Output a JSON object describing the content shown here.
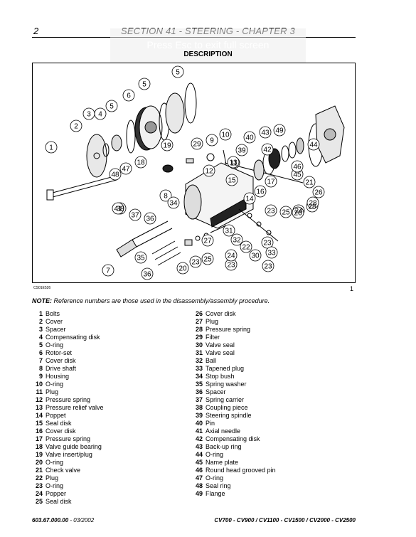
{
  "header": {
    "page_number": "2",
    "title": "SECTION 41 - STEERING - CHAPTER 3"
  },
  "overlay": {
    "text": "Press  Esc  to exit full screen"
  },
  "section_heading": "DESCRIPTION",
  "figure": {
    "code": "CS01E526",
    "number": "1",
    "callouts": [
      "1",
      "2",
      "3",
      "4",
      "5",
      "5",
      "5",
      "6",
      "7",
      "8",
      "9",
      "10",
      "11",
      "12",
      "13",
      "14",
      "15",
      "16",
      "17",
      "18",
      "19",
      "20",
      "21",
      "22",
      "23",
      "23",
      "23",
      "23",
      "23",
      "24",
      "24",
      "25",
      "25",
      "26",
      "26",
      "27",
      "28",
      "28",
      "29",
      "30",
      "31",
      "32",
      "33",
      "34",
      "35",
      "36",
      "36",
      "37",
      "38",
      "39",
      "40",
      "41",
      "42",
      "43",
      "44",
      "45",
      "46",
      "47",
      "48",
      "49"
    ]
  },
  "note": {
    "label": "NOTE:",
    "text": " Reference numbers are those used in the disassembly/assembly procedure."
  },
  "legend_left": [
    {
      "num": "1",
      "label": "Bolts"
    },
    {
      "num": "2",
      "label": "Cover"
    },
    {
      "num": "3",
      "label": "Spacer"
    },
    {
      "num": "4",
      "label": "Compensating disk"
    },
    {
      "num": "5",
      "label": "O-ring"
    },
    {
      "num": "6",
      "label": "Rotor-set"
    },
    {
      "num": "7",
      "label": "Cover disk"
    },
    {
      "num": "8",
      "label": "Drive shaft"
    },
    {
      "num": "9",
      "label": "Housing"
    },
    {
      "num": "10",
      "label": "O-ring"
    },
    {
      "num": "11",
      "label": "Plug"
    },
    {
      "num": "12",
      "label": "Pressure spring"
    },
    {
      "num": "13",
      "label": "Pressure relief valve"
    },
    {
      "num": "14",
      "label": "Poppet"
    },
    {
      "num": "15",
      "label": "Seal disk"
    },
    {
      "num": "16",
      "label": "Cover disk"
    },
    {
      "num": "17",
      "label": "Pressure spring"
    },
    {
      "num": "18",
      "label": "Valve guide bearing"
    },
    {
      "num": "19",
      "label": "Valve insert/plug"
    },
    {
      "num": "20",
      "label": "O-ring"
    },
    {
      "num": "21",
      "label": "Check valve"
    },
    {
      "num": "22",
      "label": "Plug"
    },
    {
      "num": "23",
      "label": "O-ring"
    },
    {
      "num": "24",
      "label": "Popper"
    },
    {
      "num": "25",
      "label": "Seal disk"
    }
  ],
  "legend_right": [
    {
      "num": "26",
      "label": "Cover disk"
    },
    {
      "num": "27",
      "label": "Plug"
    },
    {
      "num": "28",
      "label": "Pressure spring"
    },
    {
      "num": "29",
      "label": "Filter"
    },
    {
      "num": "30",
      "label": "Valve seal"
    },
    {
      "num": "31",
      "label": "Valve seal"
    },
    {
      "num": "32",
      "label": "Ball"
    },
    {
      "num": "33",
      "label": "Tapened plug"
    },
    {
      "num": "34",
      "label": "Stop bush"
    },
    {
      "num": "35",
      "label": "Spring washer"
    },
    {
      "num": "36",
      "label": "Spacer"
    },
    {
      "num": "37",
      "label": "Spring carrier"
    },
    {
      "num": "38",
      "label": "Coupling piece"
    },
    {
      "num": "39",
      "label": "Steering spindle"
    },
    {
      "num": "40",
      "label": "Pin"
    },
    {
      "num": "41",
      "label": "Axial needle"
    },
    {
      "num": "42",
      "label": "Compensating disk"
    },
    {
      "num": "43",
      "label": "Back-up ring"
    },
    {
      "num": "44",
      "label": "O-ring"
    },
    {
      "num": "45",
      "label": "Name plate"
    },
    {
      "num": "46",
      "label": "Round head grooved pin"
    },
    {
      "num": "47",
      "label": "O-ring"
    },
    {
      "num": "48",
      "label": "Seal ring"
    },
    {
      "num": "49",
      "label": "Flange"
    }
  ],
  "footer": {
    "part_number": "603.67.000.00",
    "date": " - 03/2002",
    "models": "CV700 - CV900 / CV1100 - CV1500 / CV2000 - CV2500"
  }
}
